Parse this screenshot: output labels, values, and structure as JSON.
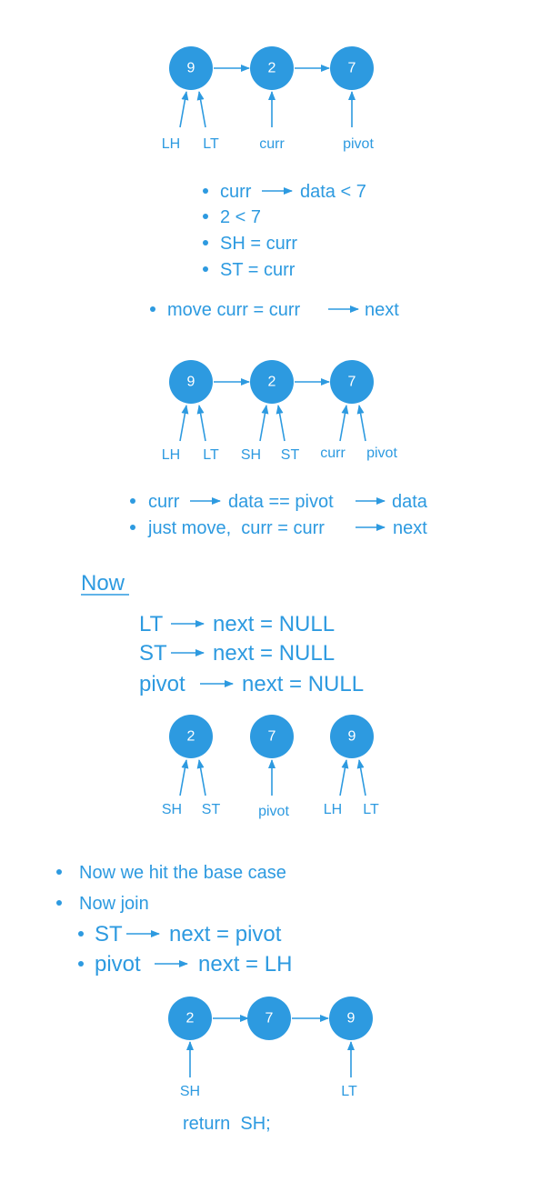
{
  "colors": {
    "accent": "#2d9ae0",
    "background": "#ffffff"
  },
  "step1": {
    "nodes": [
      "9",
      "2",
      "7"
    ],
    "pointer_labels": [
      "LH",
      "LT",
      "curr",
      "pivot"
    ],
    "bullets": [
      "curr",
      "data < 7",
      "2 < 7",
      "SH = curr",
      "ST = curr"
    ],
    "move": [
      "move curr = curr",
      "next"
    ]
  },
  "step2": {
    "nodes": [
      "9",
      "2",
      "7"
    ],
    "pointer_labels": [
      "LH",
      "LT",
      "SH",
      "ST",
      "curr",
      "pivot"
    ],
    "bullets": [
      "curr",
      "data == pivot",
      "data",
      "just move,  curr = curr",
      "next"
    ]
  },
  "now": {
    "heading": "Now",
    "lines": [
      {
        "left": "LT",
        "right": "next = NULL"
      },
      {
        "left": "ST",
        "right": "next = NULL"
      },
      {
        "left": "pivot",
        "right": "next = NULL"
      }
    ]
  },
  "step3": {
    "nodes": [
      "2",
      "7",
      "9"
    ],
    "pointer_labels": [
      "SH",
      "ST",
      "pivot",
      "LH",
      "LT"
    ]
  },
  "join": {
    "bullets": [
      "Now we hit the base case",
      "Now join"
    ],
    "sub": [
      {
        "left": "ST",
        "right": "next = pivot"
      },
      {
        "left": "pivot",
        "right": "next = LH"
      }
    ]
  },
  "step4": {
    "nodes": [
      "2",
      "7",
      "9"
    ],
    "pointer_labels": [
      "SH",
      "LT"
    ],
    "return_text": "return  SH;"
  }
}
